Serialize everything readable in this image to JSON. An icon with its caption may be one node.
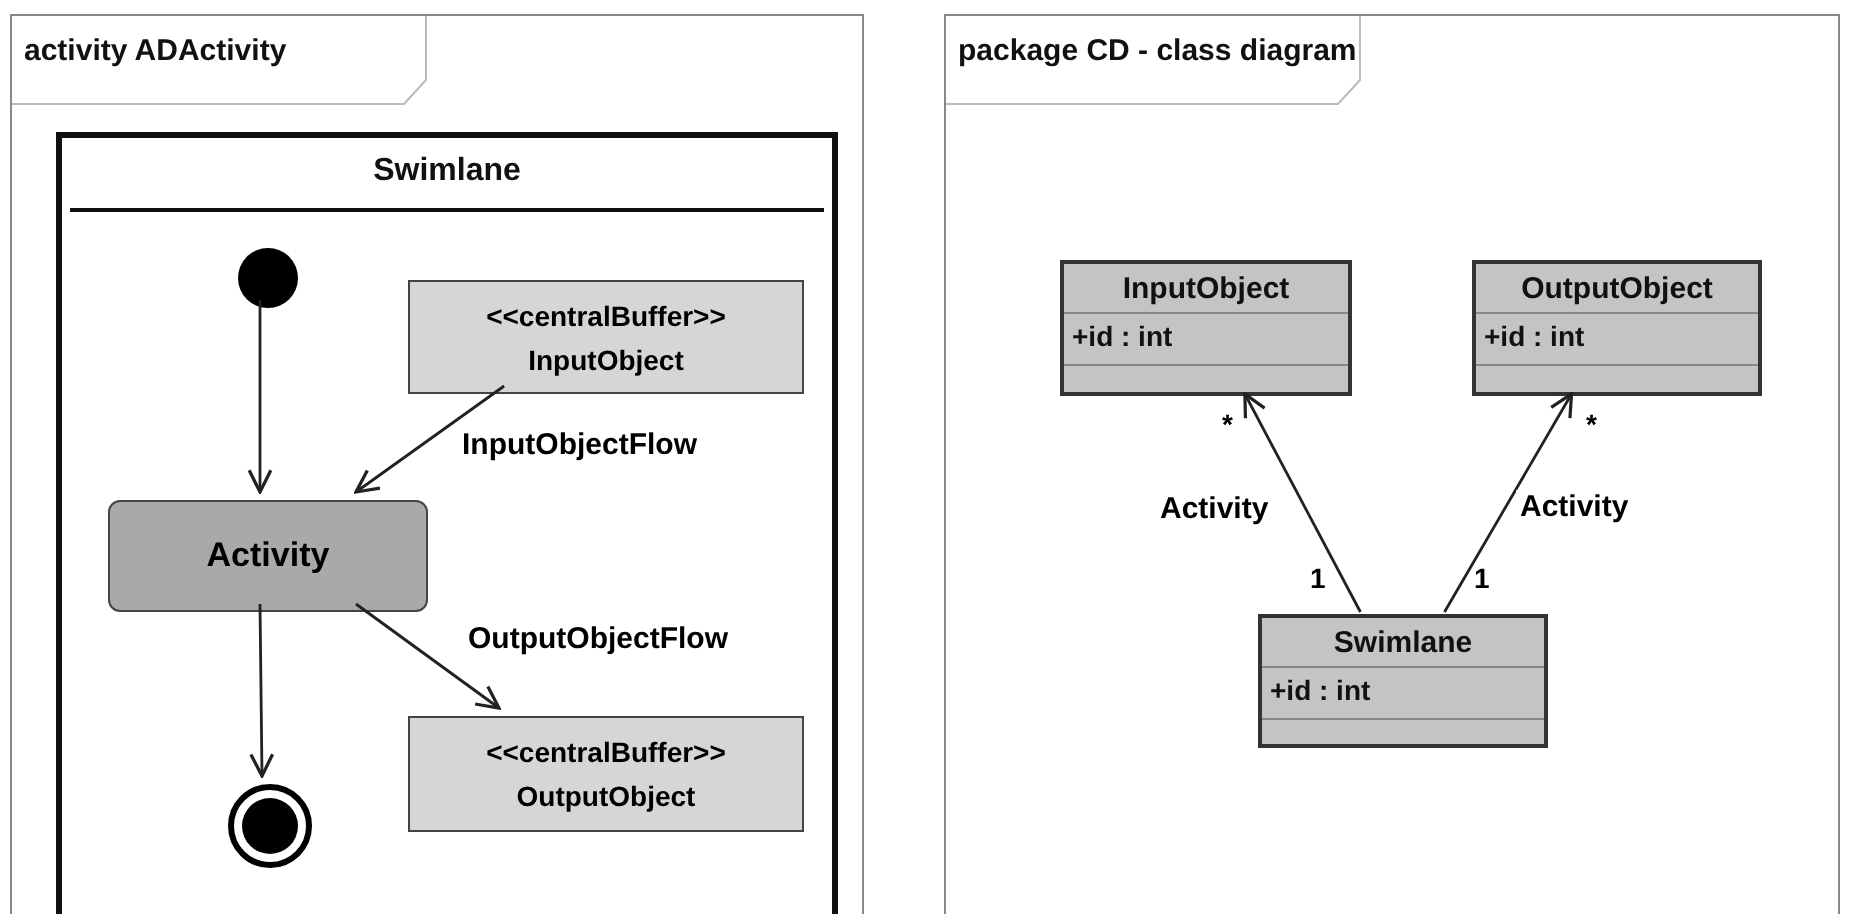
{
  "diagram": {
    "nodes": [
      {
        "text": [
          "activity ADActivity"
        ]
      },
      {
        "text": [
          "Swimlane"
        ],
        "in": 0
      },
      {
        "text": [],
        "shape": "circle",
        "in": 1
      },
      {
        "text": [
          "<<centralBuffer>>",
          "InputObject"
        ],
        "in": 1
      },
      {
        "text": [
          "Activity"
        ],
        "in": 1
      },
      {
        "text": [
          "<<centralBuffer>>",
          "OutputObject"
        ],
        "in": 1
      },
      {
        "text": [],
        "shape": "circle",
        "in": 1
      },
      {
        "text": [
          "package CD - class diagram"
        ]
      },
      {
        "text": [
          "InputObject",
          "+id : int"
        ],
        "in": 7
      },
      {
        "text": [
          "OutputObject",
          "+id : int"
        ],
        "in": 7
      },
      {
        "text": [
          "Swimlane",
          "+id : int"
        ],
        "in": 7
      }
    ],
    "edges": [
      {
        "from": 2,
        "to": 4,
        "arrow": "to"
      },
      {
        "from": 3,
        "to": 4,
        "arrow": "to",
        "label": "InputObjectFlow"
      },
      {
        "from": 4,
        "to": 5,
        "arrow": "to",
        "label": "OutputObjectFlow"
      },
      {
        "from": 4,
        "to": 6,
        "arrow": "to"
      },
      {
        "from": 10,
        "to": 8,
        "arrow": "to",
        "label": "Activity"
      },
      {
        "from": 10,
        "to": 9,
        "arrow": "to",
        "label": "Activity"
      }
    ],
    "labels": [
      "*",
      "*",
      "1",
      "1"
    ]
  }
}
